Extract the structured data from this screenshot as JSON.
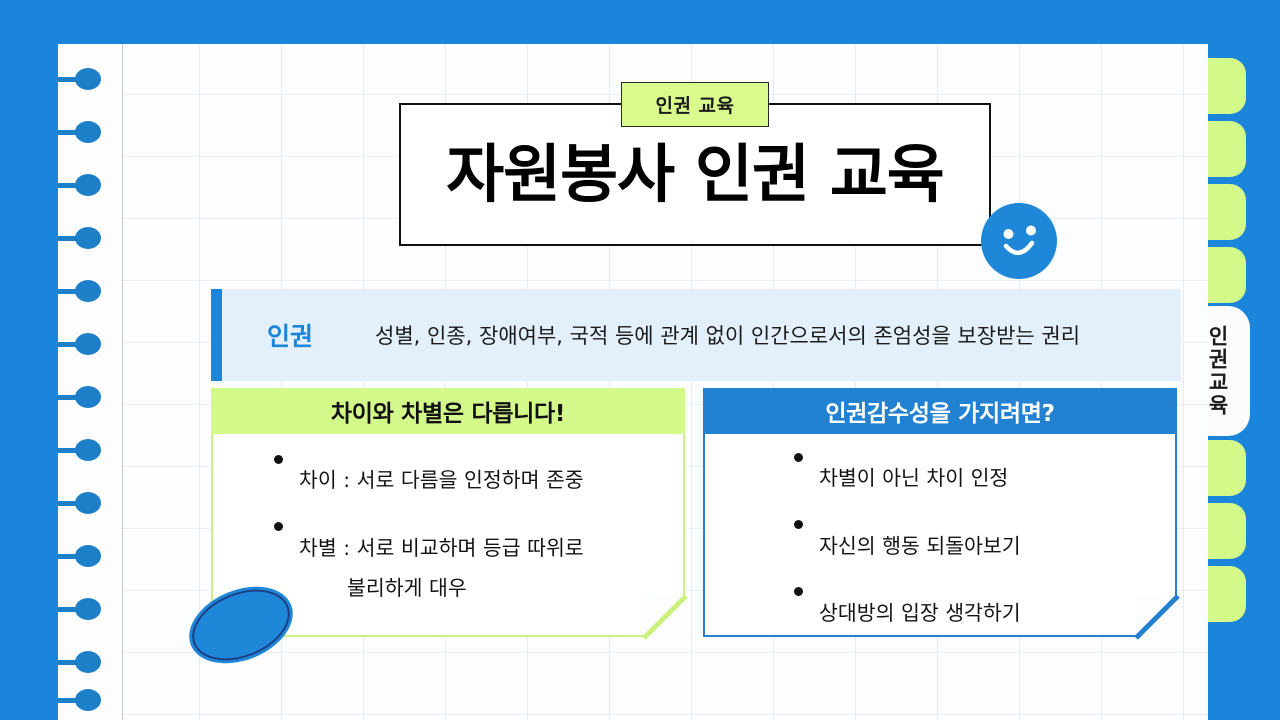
{
  "slide": {
    "badge": "인권 교육",
    "title": "자원봉사 인권 교육"
  },
  "definition": {
    "label": "인권",
    "text": "성별, 인종, 장애여부, 국적 등에 관계 없이 인간으로서의 존엄성을 보장받는 권리"
  },
  "cards": [
    {
      "heading": "차이와 차별은 다릅니다!",
      "bullets": [
        {
          "main": "차이 : 서로 다름을 인정하며 존중",
          "cont": ""
        },
        {
          "main": "차별 : 서로 비교하며 등급 따위로",
          "cont": "불리하게 대우"
        }
      ]
    },
    {
      "heading": "인권감수성을 가지려면?",
      "bullets": [
        {
          "main": "차별이 아닌 차이 인정",
          "cont": ""
        },
        {
          "main": "자신의 행동 되돌아보기",
          "cont": ""
        },
        {
          "main": "상대방의 입장 생각하기",
          "cont": ""
        }
      ]
    }
  ],
  "side_tab": {
    "active_label": "인권교육"
  },
  "colors": {
    "background_blue": "#1a85db",
    "accent_blue": "#2281d1",
    "accent_green": "#d4f98b",
    "badge_green": "#d9fb8d",
    "definition_bg": "#e3f0fc",
    "page_white": "#fdfdfd",
    "text_dark": "#111111"
  }
}
